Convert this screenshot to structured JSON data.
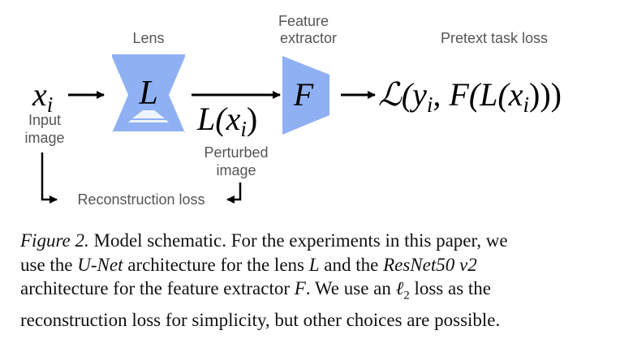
{
  "diagram": {
    "input_symbol": "x",
    "input_symbol_sub": "i",
    "input_label_line1": "Input",
    "input_label_line2": "image",
    "lens_label": "Lens",
    "lens_symbol": "L",
    "perturbed_expr": "L(x",
    "perturbed_expr_sub": "i",
    "perturbed_expr_close": ")",
    "perturbed_label_line1": "Perturbed",
    "perturbed_label_line2": "image",
    "extractor_label_line1": "Feature",
    "extractor_label_line2": "extractor",
    "extractor_symbol": "F",
    "loss_label": "Pretext task loss",
    "loss_expr_a": "ℒ(y",
    "loss_expr_sub1": "i",
    "loss_expr_b": ", F(L(x",
    "loss_expr_sub2": "i",
    "loss_expr_c": ")))",
    "reconstruction_label": "Reconstruction loss",
    "shape_color": "#8fb0f3"
  },
  "caption": {
    "figure_label": "Figure 2.",
    "l1_text": " Model schematic. For the experiments in this paper, we",
    "l2_a": "use the ",
    "l2_unet": "U-Net",
    "l2_b": " architecture for the lens ",
    "l2_L": "L",
    "l2_c": " and the ",
    "l2_resnet": "ResNet50 v2",
    "l3_a": "architecture for the feature extractor ",
    "l3_F": "F",
    "l3_b": ". We use an ",
    "l3_ell": "ℓ",
    "l3_sub": "2",
    "l3_c": " loss as the",
    "l4_text": "reconstruction loss for simplicity, but other choices are possible."
  }
}
